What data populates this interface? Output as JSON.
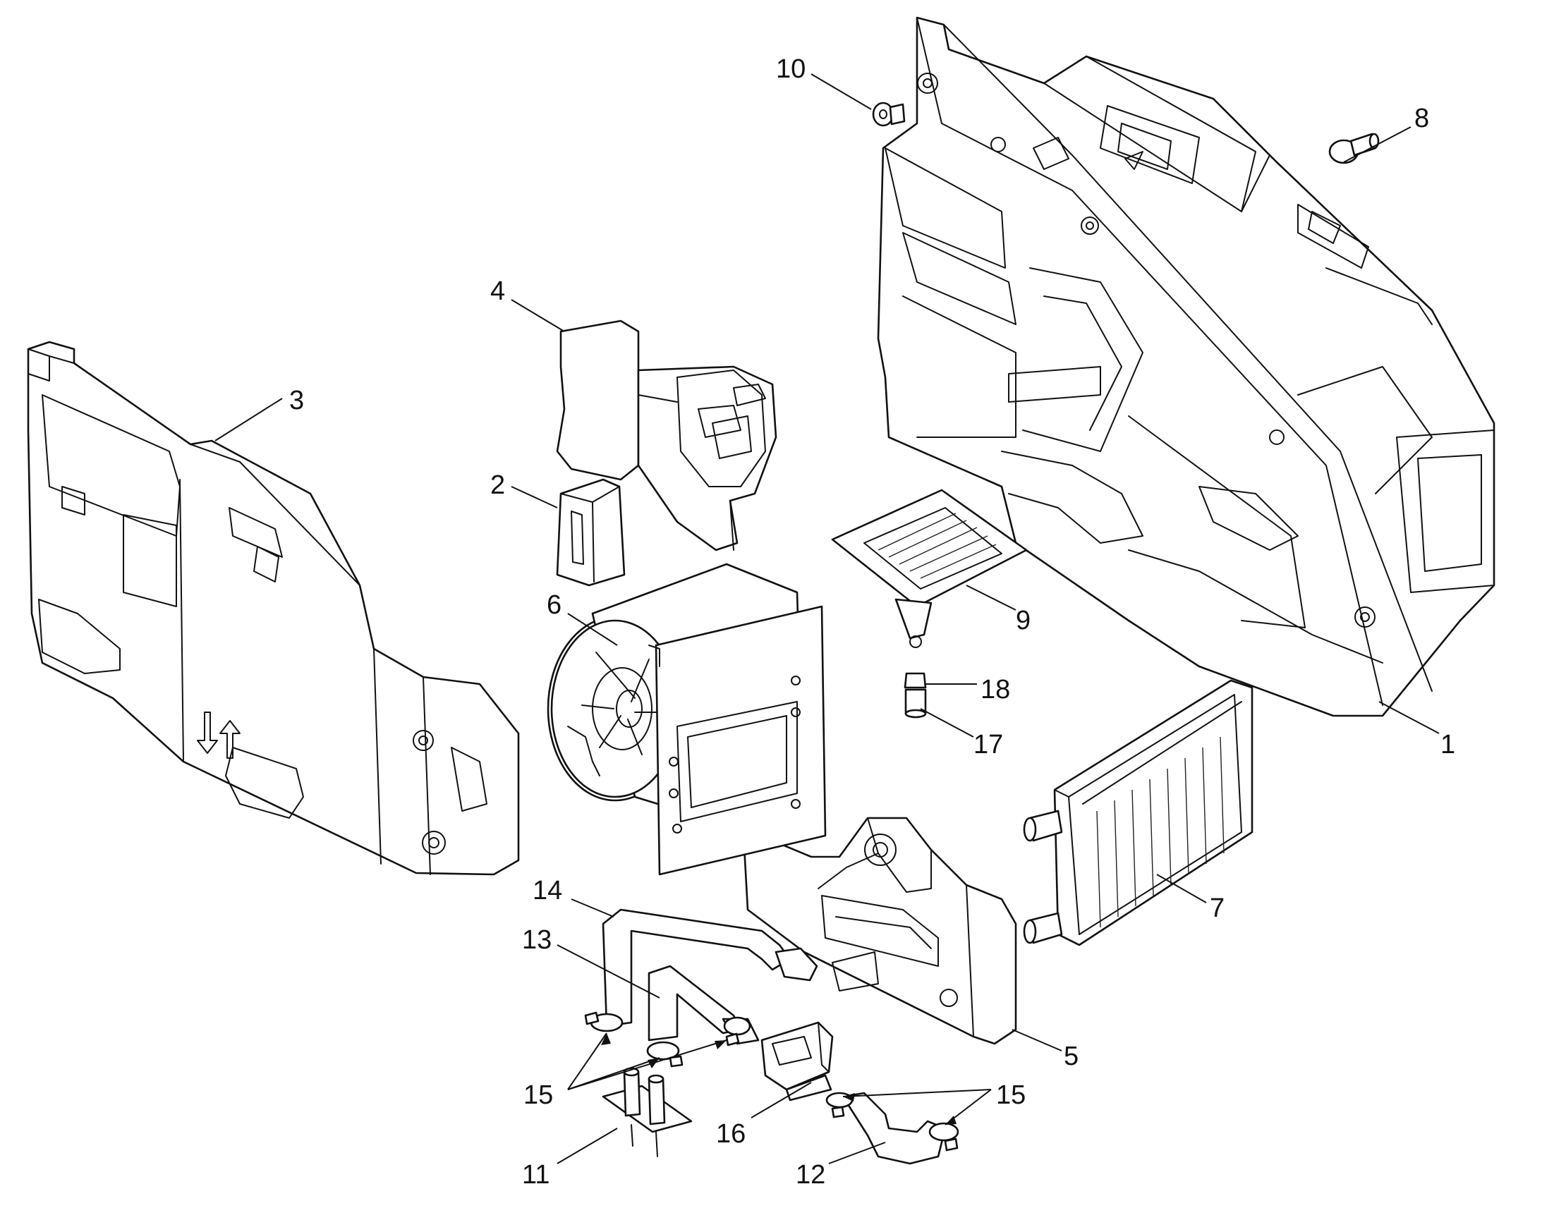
{
  "colors": {
    "line": "#111111",
    "background": "#ffffff"
  },
  "callouts": [
    {
      "id": "1",
      "label": "1"
    },
    {
      "id": "2",
      "label": "2"
    },
    {
      "id": "3",
      "label": "3"
    },
    {
      "id": "4",
      "label": "4"
    },
    {
      "id": "5",
      "label": "5"
    },
    {
      "id": "6",
      "label": "6"
    },
    {
      "id": "7",
      "label": "7"
    },
    {
      "id": "8",
      "label": "8"
    },
    {
      "id": "9",
      "label": "9"
    },
    {
      "id": "10",
      "label": "10"
    },
    {
      "id": "11",
      "label": "11"
    },
    {
      "id": "12",
      "label": "12"
    },
    {
      "id": "13",
      "label": "13"
    },
    {
      "id": "14",
      "label": "14"
    },
    {
      "id": "15a",
      "label": "15"
    },
    {
      "id": "15b",
      "label": "15"
    },
    {
      "id": "16",
      "label": "16"
    },
    {
      "id": "17",
      "label": "17"
    },
    {
      "id": "18",
      "label": "18"
    }
  ]
}
